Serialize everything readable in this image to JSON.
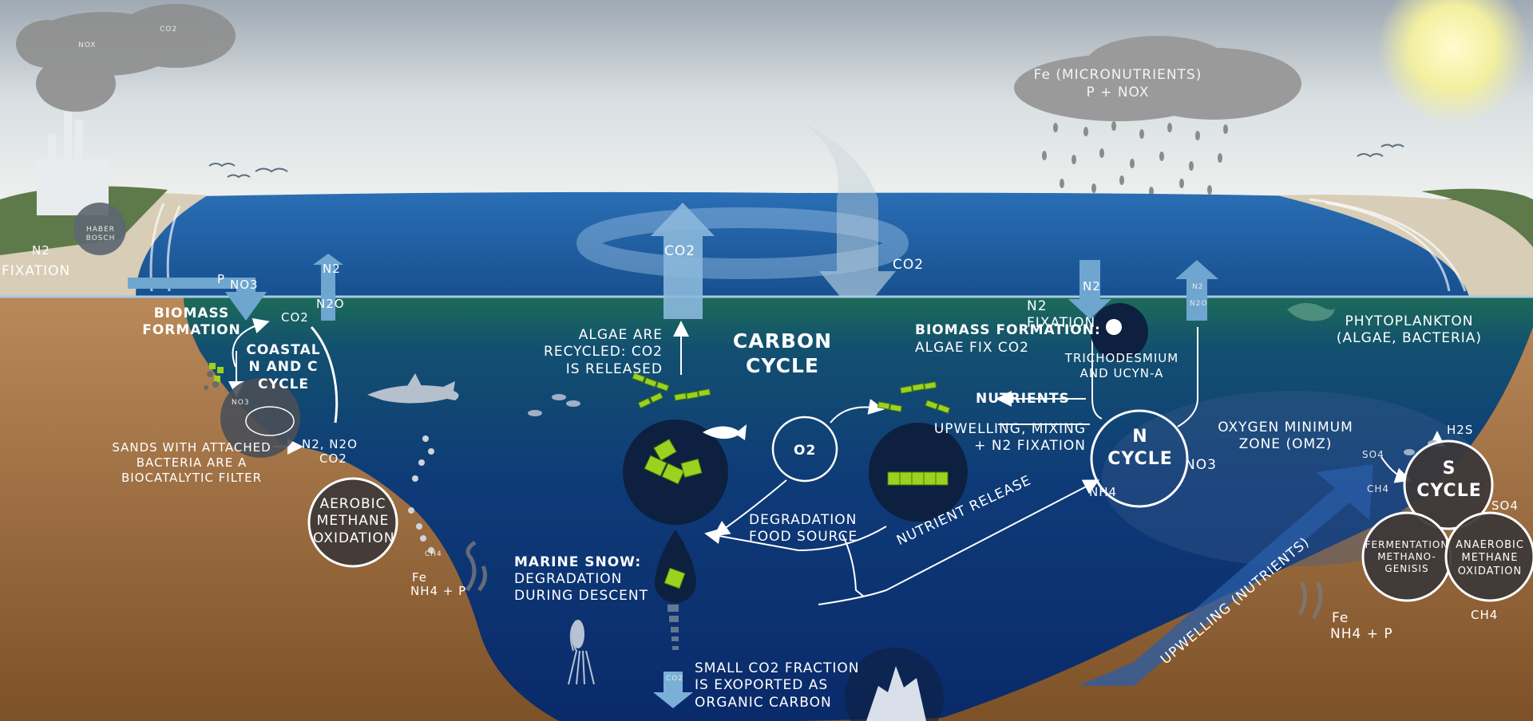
{
  "sky": {
    "factory_smoke": {
      "left": "NOX",
      "right": "CO2"
    },
    "cloud": {
      "line1": "Fe (MICRONUTRIENTS)",
      "line2": "P + NOX"
    }
  },
  "coast_left": {
    "haber_bosch": "HABER BOSCH",
    "n2_fixation": {
      "n2": "N2",
      "label": "FIXATION"
    },
    "p": "P",
    "no3": "NO3",
    "n2": "N2",
    "n2o": "N2O",
    "co2": "CO2",
    "biomass_formation": "BIOMASS FORMATION",
    "coastal_cycle": "COASTAL N AND C CYCLE",
    "no3_small": "NO3",
    "n2_n2o": "N2, N2O",
    "co2_b": "CO2",
    "sands_note": "SANDS WITH ATTACHED BACTERIA ARE A BIOCATALYTIC FILTER",
    "aerobic": "AEROBIC METHANE OXIDATION",
    "ch4": "CH4",
    "fe": "Fe",
    "nh4p": "NH4 + P"
  },
  "carbon": {
    "co2_up": "CO2",
    "co2_down": "CO2",
    "algae_recycled": "ALGAE ARE RECYCLED: CO2 IS RELEASED",
    "title": "CARBON CYCLE",
    "biomass_formation": "BIOMASS FORMATION:",
    "algae_fix": "ALGAE FIX CO2",
    "o2": "O2",
    "degradation": "DEGRADATION FOOD SOURCE",
    "marine_snow_title": "MARINE SNOW:",
    "marine_snow_text": "DEGRADATION DURING DESCENT",
    "export_co2": "CO2",
    "export_text": "SMALL CO2 FRACTION IS EXOPORTED AS ORGANIC CARBON"
  },
  "nitrogen": {
    "n2_arrow": "N2",
    "n2_fixation": "N2 FIXATION",
    "trichodesmium": "TRICHODESMIUM AND UCYN-A",
    "n2_right": "N2",
    "n2o_right": "N2O",
    "nutrients": "NUTRIENTS",
    "upwelling_mixing": "UPWELLING, MIXING + N2 FIXATION",
    "cycle": "N CYCLE",
    "no3": "NO3",
    "nh4": "NH4",
    "nutrient_release": "NUTRIENT RELEASE"
  },
  "right_side": {
    "phytoplankton": "PHYTOPLANKTON (ALGAE, BACTERIA)",
    "omz": "OXYGEN MINIMUM ZONE (OMZ)",
    "h2s": "H2S",
    "so4_left": "SO4",
    "so4_right": "SO4",
    "ch4_top": "CH4",
    "s_cycle": "S CYCLE",
    "fermentation": "FERMENTATION METHANO- GENISIS",
    "anaerobic": "ANAEROBIC METHANE OXIDATION",
    "ch4_bottom": "CH4",
    "fe": "Fe",
    "nh4p": "NH4 + P",
    "upwelling": "UPWELLING (NUTRIENTS)"
  },
  "colors": {
    "sky_top": "#aeb7bf",
    "sea_surface": "#1f5fa8",
    "ocean_top": "#1f6a5a",
    "ocean_deep": "#0a2a66",
    "seabed": "#8a5a2e",
    "arrow_blue": "#6fa6cf",
    "algae": "#9bd21f"
  }
}
